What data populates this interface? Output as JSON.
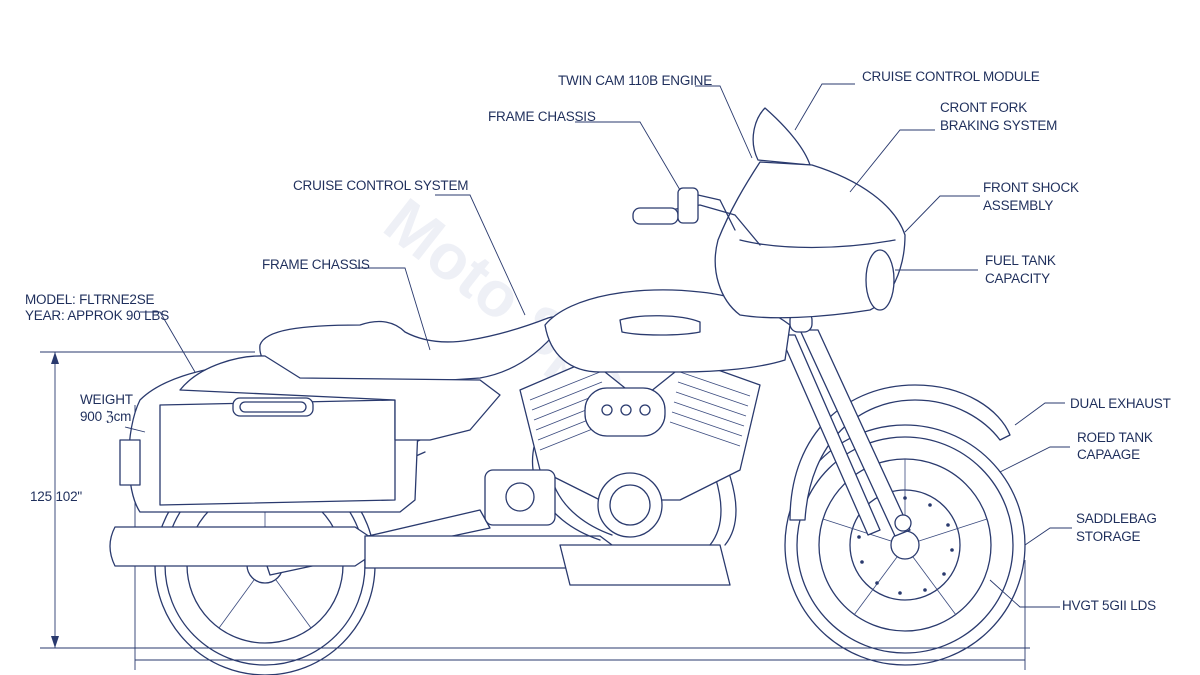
{
  "labels": {
    "twin_cam": "TWIN CAM 110B ENGINE",
    "cruise_module": "CRUISE CONTROL MODULE",
    "frame_chassis_top": "FRAME CHASSIS",
    "cront_fork_1": "CRONT FORK",
    "cront_fork_2": "BRAKING SYSTEM",
    "cruise_system": "CRUISE CONTROL SYSTEM",
    "front_shock_1": "FRONT SHOCK",
    "front_shock_2": "ASSEMBLY",
    "frame_chassis_left": "FRAME CHASSIS",
    "fuel_tank_1": "FUEL TANK",
    "fuel_tank_2": "CAPACITY",
    "model": "MODEL: FLTRNE2SE",
    "year": "YEAR: APPROK 90 LBS",
    "weight_1": "WEIGHT",
    "weight_2": "900 ℨcm",
    "dual_exhaust": "DUAL EXHAUST",
    "roed_tank_1": "ROED TANK",
    "roed_tank_2": "CAPAAGE",
    "height_dim": "125 102\"",
    "saddlebag_1": "SADDLEBAG",
    "saddlebag_2": "STORAGE",
    "hvgt": "HVGT 5GII LDS"
  },
  "watermark": "Moto Specs",
  "colors": {
    "ink": "#2a3a6e",
    "text": "#1f2f5c",
    "paper": "#ffffff"
  }
}
